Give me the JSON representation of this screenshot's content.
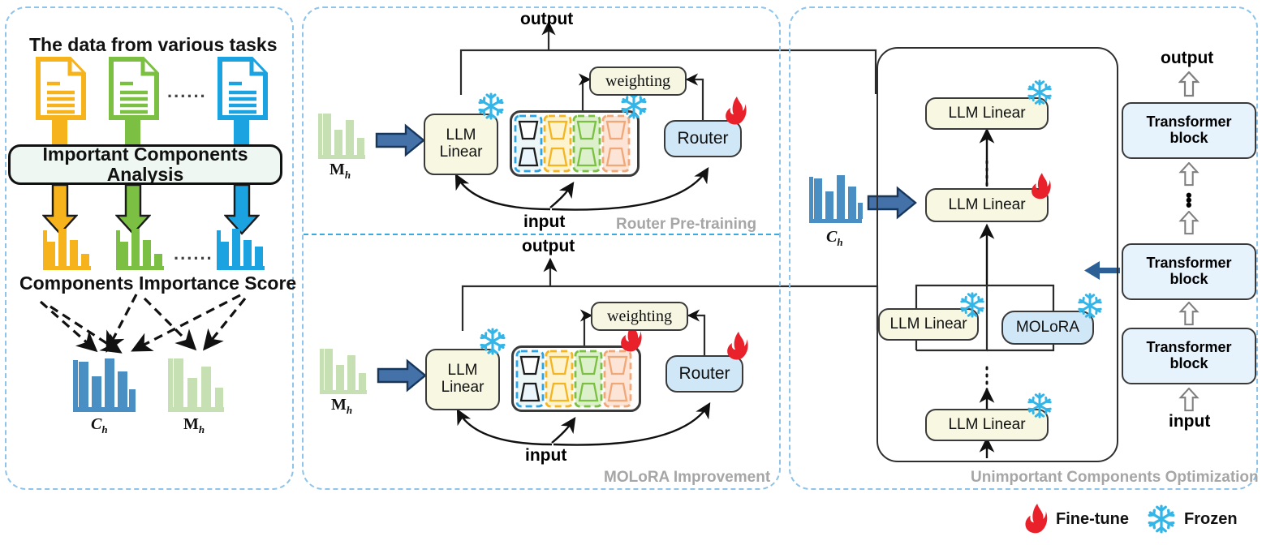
{
  "figure": {
    "type": "architecture-diagram",
    "panels": [
      {
        "id": "data-analysis",
        "title": ""
      },
      {
        "id": "router-pretraining",
        "title": "Router Pre-training"
      },
      {
        "id": "molora-improvement",
        "title": "MOLoRA Improvement"
      },
      {
        "id": "unimportant-components",
        "title": "Unimportant Components Optimization"
      }
    ]
  },
  "left_panel": {
    "heading": "The data from various tasks",
    "ica_label": "Important Components Analysis",
    "score_label": "Components Importance Score",
    "ellipsis": "......",
    "doc_colors": [
      "#f6b31c",
      "#7cc043",
      "#1aa3e0"
    ],
    "task_docs": [
      {
        "color": "#f6b31c",
        "name": "task-doc-yellow"
      },
      {
        "color": "#7cc043",
        "name": "task-doc-green"
      },
      {
        "color": "#1aa3e0",
        "name": "task-doc-blue"
      }
    ],
    "score_charts": [
      {
        "color": "#f6b31c",
        "bars": [
          58,
          100,
          62,
          30
        ]
      },
      {
        "color": "#7cc043",
        "bars": [
          58,
          100,
          62,
          30
        ]
      },
      {
        "color": "#1aa3e0",
        "bars": [
          58,
          100,
          62,
          55
        ]
      }
    ],
    "output_charts": [
      {
        "label": "C",
        "sub": "h",
        "color": "#4a8fc4",
        "bars": [
          95,
          60,
          100,
          70,
          36
        ],
        "name": "chart-ch"
      },
      {
        "label": "M",
        "sub": "h",
        "color": "#c6e0b4",
        "bars": [
          100,
          58,
          80,
          40
        ],
        "name": "chart-mh"
      }
    ]
  },
  "mid_top_panel": {
    "title": "Router Pre-training",
    "output_label": "output",
    "input_label": "input",
    "llm_linear_label": "LLM\nLinear",
    "llm_linear_line1": "LLM",
    "llm_linear_line2": "Linear",
    "weighting_label": "weighting",
    "router_label": "Router",
    "input_chart": {
      "label": "M",
      "sub": "h",
      "color": "#c6e0b4",
      "bars": [
        100,
        58,
        80,
        40
      ]
    },
    "experts": [
      {
        "color": "#2ba3e3",
        "fill": "#eef7f8",
        "name": "expert-lora-blue",
        "solid_outline": true
      },
      {
        "color": "#f3b521",
        "fill": "#fdf3cf",
        "name": "expert-lora-yellow",
        "solid_outline": false
      },
      {
        "color": "#7cc043",
        "fill": "#ddf0cc",
        "name": "expert-lora-green",
        "solid_outline": false
      },
      {
        "color": "#f0a878",
        "fill": "#fce4d6",
        "name": "expert-lora-orange",
        "solid_outline": false
      }
    ],
    "badges": {
      "llm_linear": "frozen",
      "experts": "frozen",
      "router": "fine-tune"
    }
  },
  "mid_bottom_panel": {
    "title": "MOLoRA Improvement",
    "output_label": "output",
    "input_label": "input",
    "llm_linear_line1": "LLM",
    "llm_linear_line2": "Linear",
    "weighting_label": "weighting",
    "router_label": "Router",
    "input_chart": {
      "label": "M",
      "sub": "h",
      "color": "#c6e0b4",
      "bars": [
        100,
        58,
        80,
        40
      ]
    },
    "experts": [
      {
        "color": "#2ba3e3",
        "fill": "#eef7f8",
        "name": "expert-lora-blue",
        "solid_outline": true
      },
      {
        "color": "#f3b521",
        "fill": "#fdf3cf",
        "name": "expert-lora-yellow",
        "solid_outline": false
      },
      {
        "color": "#7cc043",
        "fill": "#ddf0cc",
        "name": "expert-lora-green",
        "solid_outline": false
      },
      {
        "color": "#f0a878",
        "fill": "#fce4d6",
        "name": "expert-lora-orange",
        "solid_outline": false
      }
    ],
    "badges": {
      "llm_linear": "frozen",
      "experts": "fine-tune",
      "router": "fine-tune"
    }
  },
  "right_panel": {
    "title": "Unimportant Components Optimization",
    "input_chart": {
      "label": "C",
      "sub": "h",
      "color": "#4a8fc4",
      "bars": [
        95,
        60,
        100,
        70,
        36
      ]
    },
    "stack": [
      {
        "label": "LLM Linear",
        "badge": "frozen",
        "name": "llm-linear-top"
      },
      {
        "label": "LLM Linear",
        "badge": "fine-tune",
        "name": "llm-linear-second"
      },
      {
        "label": "LLM Linear",
        "badge": "frozen",
        "name": "llm-linear-residual"
      },
      {
        "label": "MOLoRA",
        "badge": "frozen",
        "name": "molora-block"
      },
      {
        "label": "LLM Linear",
        "badge": "frozen",
        "name": "llm-linear-bottom"
      }
    ],
    "transformer_stack": {
      "output_label": "output",
      "input_label": "input",
      "blocks": [
        "Transformer block",
        "Transformer block",
        "Transformer block"
      ],
      "block_line1": "Transformer",
      "block_line2": "block"
    }
  },
  "legend": {
    "items": [
      {
        "icon": "flame-icon",
        "label": "Fine-tune",
        "color": "#e8212b"
      },
      {
        "icon": "snowflake-icon",
        "label": "Frozen",
        "color": "#33b5e8"
      }
    ]
  },
  "colors": {
    "panel_border": "#8ec3ea",
    "separator": "#3aa9e0",
    "llm_box": "#f7f7e2",
    "router_box": "#cfe7f7",
    "transformer_box": "#e6f3fc",
    "ica_box": "#eef7f1",
    "blue_arrow": "#4472a8",
    "flame": "#e8212b",
    "snowflake": "#33b5e8",
    "panel_title_text": "#a6a6a6"
  }
}
